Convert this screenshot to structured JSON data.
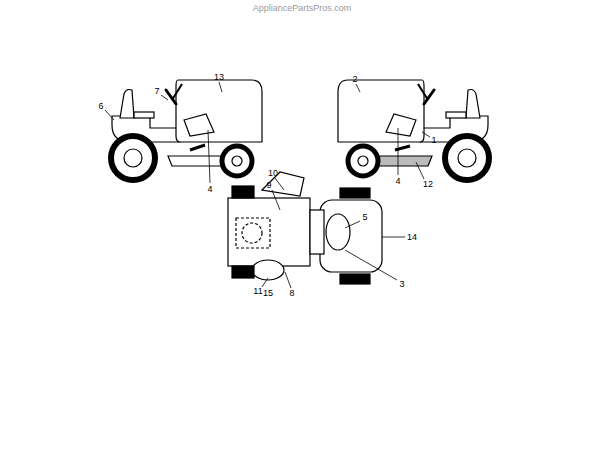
{
  "diagram": {
    "labels": [
      "AppliancePartsPros.com",
      "13",
      "7",
      "6",
      "4",
      "2",
      "4",
      "1",
      "12",
      "10",
      "9",
      "5",
      "14",
      "3",
      "11",
      "15",
      "8"
    ]
  }
}
